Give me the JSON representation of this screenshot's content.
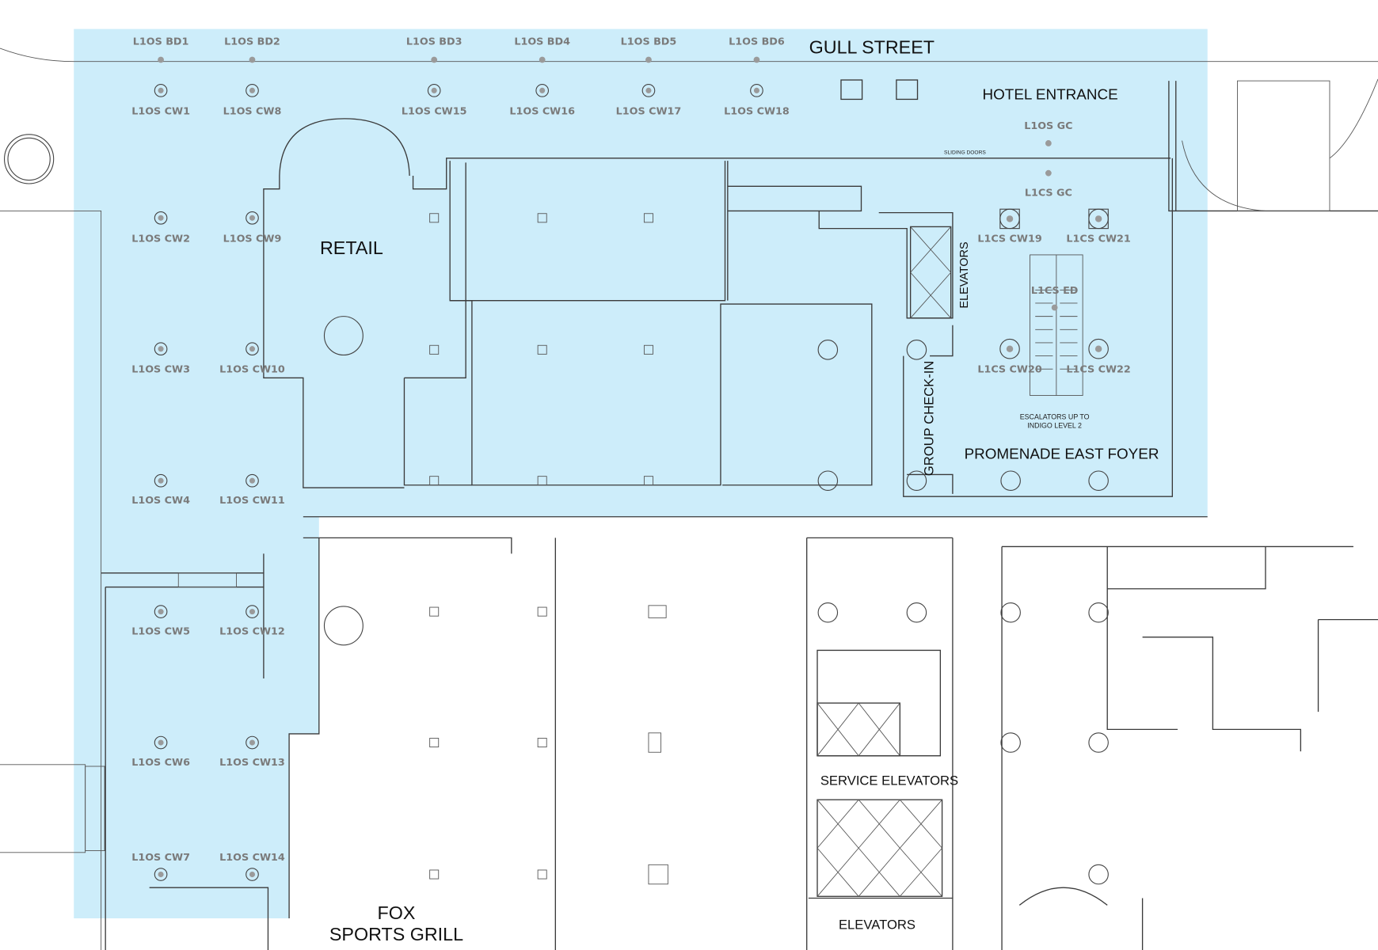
{
  "colors": {
    "zone_fill": "#cdedfa",
    "wall": "#3a3a3a",
    "sensor": "#9a9a9a",
    "sensor_label": "#7a7a7a"
  },
  "labels": {
    "street": "GULL STREET",
    "hotel_entrance": "HOTEL ENTRANCE",
    "retail": "RETAIL",
    "elevators_upper": "ELEVATORS",
    "group_checkin": "GROUP CHECK-IN",
    "promenade": "PROMENADE EAST FOYER",
    "escalators_line1": "ESCALATORS UP TO",
    "escalators_line2": "INDIGO LEVEL 2",
    "sliding_doors": "SLIDING DOORS",
    "service_elevators": "SERVICE ELEVATORS",
    "elevators_lower": "ELEVATORS",
    "fox_line1": "FOX",
    "fox_line2": "SPORTS GRILL"
  },
  "sensors": {
    "bd": [
      "L1OS BD1",
      "L1OS BD2",
      "L1OS BD3",
      "L1OS BD4",
      "L1OS BD5",
      "L1OS BD6"
    ],
    "cw_top": [
      "L1OS CW1",
      "L1OS CW8",
      "L1OS CW15",
      "L1OS CW16",
      "L1OS CW17",
      "L1OS CW18"
    ],
    "cw_left": [
      "L1OS CW2",
      "L1OS CW9",
      "L1OS CW3",
      "L1OS CW10",
      "L1OS CW4",
      "L1OS CW11",
      "L1OS CW5",
      "L1OS CW12",
      "L1OS CW6",
      "L1OS CW13",
      "L1OS CW7",
      "L1OS CW14"
    ],
    "gc_outer": "L1OS GC",
    "gc_inner": "L1CS GC",
    "east": [
      "L1CS CW19",
      "L1CS CW21",
      "L1CS CW20",
      "L1CS CW22"
    ],
    "escalator": "L1CS ED"
  }
}
